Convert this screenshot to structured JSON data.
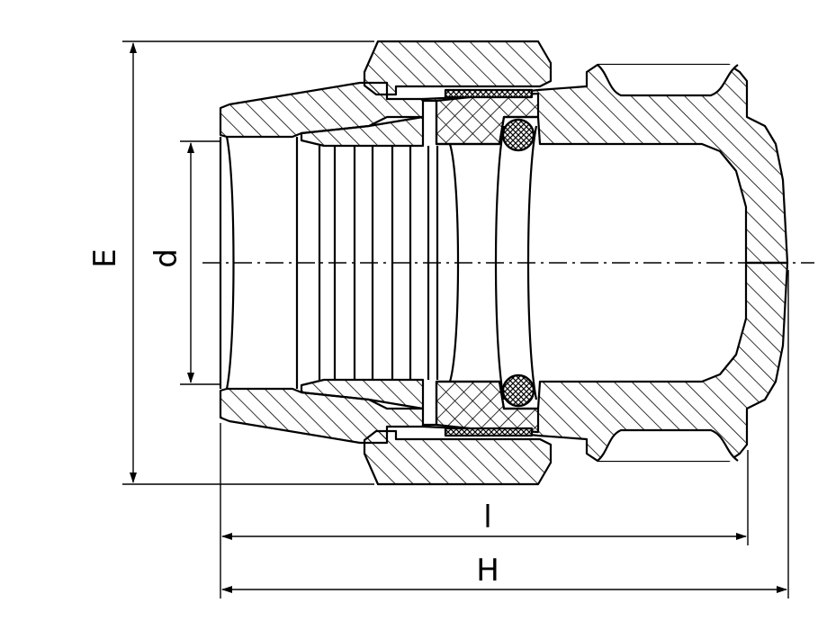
{
  "drawing": {
    "labels": {
      "E": "E",
      "d": "d",
      "l": "l",
      "H": "H"
    },
    "colors": {
      "line": "#000000",
      "background": "#ffffff",
      "seal": "#000000"
    }
  }
}
